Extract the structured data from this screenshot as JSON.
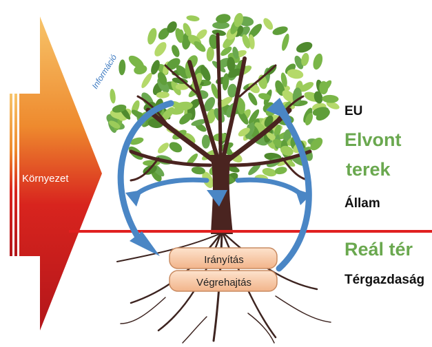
{
  "labels": {
    "eu": "EU",
    "elvont": "Elvont",
    "terek": "terek",
    "allam": "Állam",
    "real_ter": "Reál tér",
    "tergazdasag": "Térgazdaság",
    "kornyezet": "Környezet",
    "informacio": "Információ",
    "iranyitas": "Irányítás",
    "vegrehajtas": "Végrehajtás"
  },
  "colors": {
    "label_green": "#6aa84f",
    "divider_red": "#e02020",
    "arrow_blue": "#4a86c5",
    "box_fill": "#f6c7a3",
    "trunk": "#4a2420"
  },
  "icons": [
    "tree-icon",
    "roots-icon"
  ]
}
